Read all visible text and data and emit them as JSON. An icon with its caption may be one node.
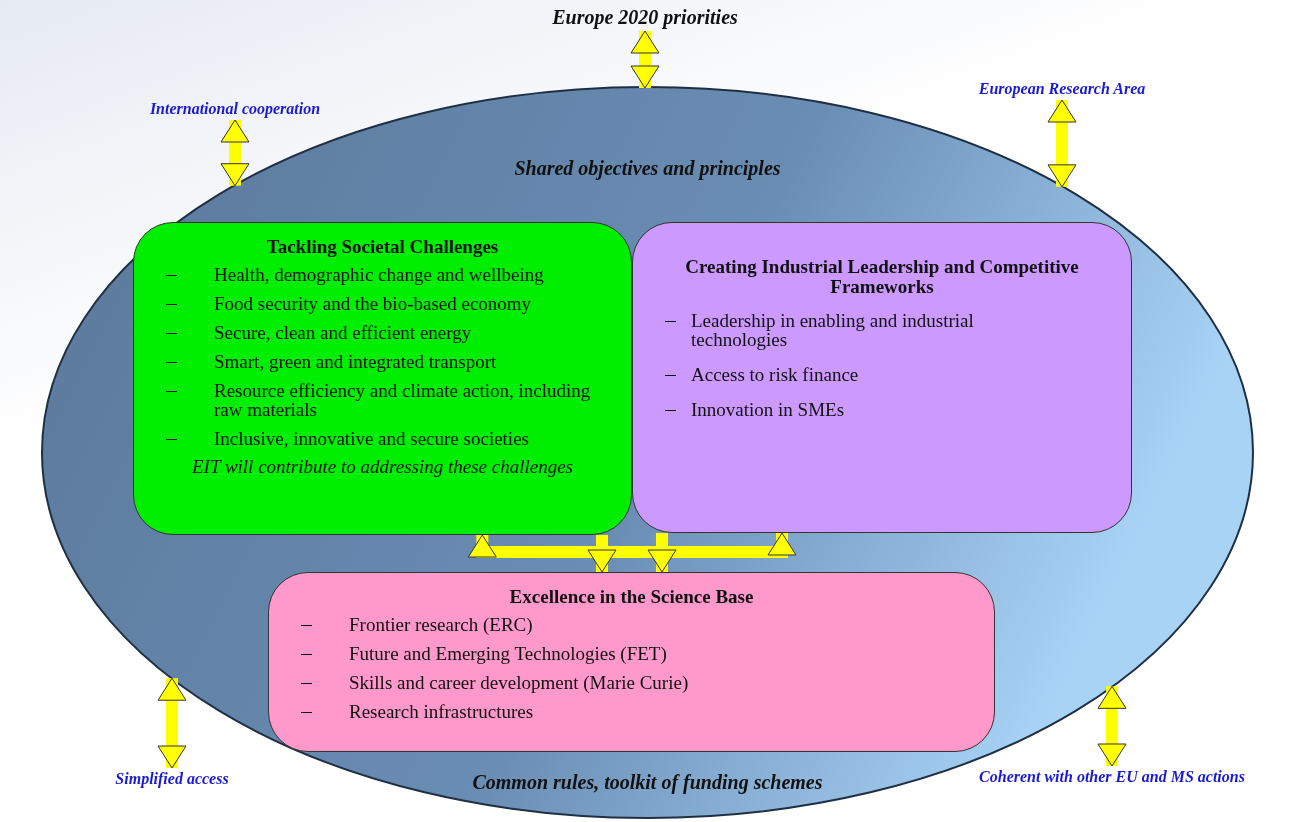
{
  "diagram": {
    "nodes": [
      {
        "text": [
          "Shared objectives and principles",
          "Common rules, toolkit of funding schemes"
        ]
      },
      {
        "text": [
          "Tackling Societal Challenges",
          "Health, demographic change and wellbeing",
          "Food security and the bio-based economy",
          "Secure, clean and efficient energy",
          "Smart, green and integrated transport",
          "Resource efficiency and climate action, including raw materials",
          "Inclusive, innovative and secure societies",
          "EIT will contribute to addressing these challenges"
        ],
        "in": 0
      },
      {
        "text": [
          "Creating Industrial Leadership and Competitive Frameworks",
          "Leadership in enabling and industrial technologies",
          "Access to risk finance",
          "Innovation in SMEs"
        ],
        "in": 0
      },
      {
        "text": [
          "Excellence in the Science Base",
          "Frontier research (ERC)",
          "Future and Emerging Technologies (FET)",
          "Skills and career development (Marie Curie)",
          "Research infrastructures"
        ],
        "in": 0
      },
      {
        "text": [
          "Europe 2020 priorities"
        ]
      },
      {
        "text": [
          "International cooperation"
        ]
      },
      {
        "text": [
          "European Research Area"
        ]
      },
      {
        "text": [
          "Simplified access"
        ]
      },
      {
        "text": [
          "Coherent with other EU and MS actions"
        ]
      }
    ],
    "edges": [
      {
        "from": 4,
        "to": 0,
        "arrow": "both"
      },
      {
        "from": 5,
        "to": 0,
        "arrow": "both"
      },
      {
        "from": 6,
        "to": 0,
        "arrow": "both"
      },
      {
        "from": 7,
        "to": 0,
        "arrow": "both"
      },
      {
        "from": 8,
        "to": 0,
        "arrow": "both"
      },
      {
        "from": 1,
        "to": 2,
        "arrow": "both"
      },
      {
        "from": 1,
        "to": 3,
        "arrow": "to"
      },
      {
        "from": 2,
        "to": 3,
        "arrow": "to"
      }
    ]
  }
}
